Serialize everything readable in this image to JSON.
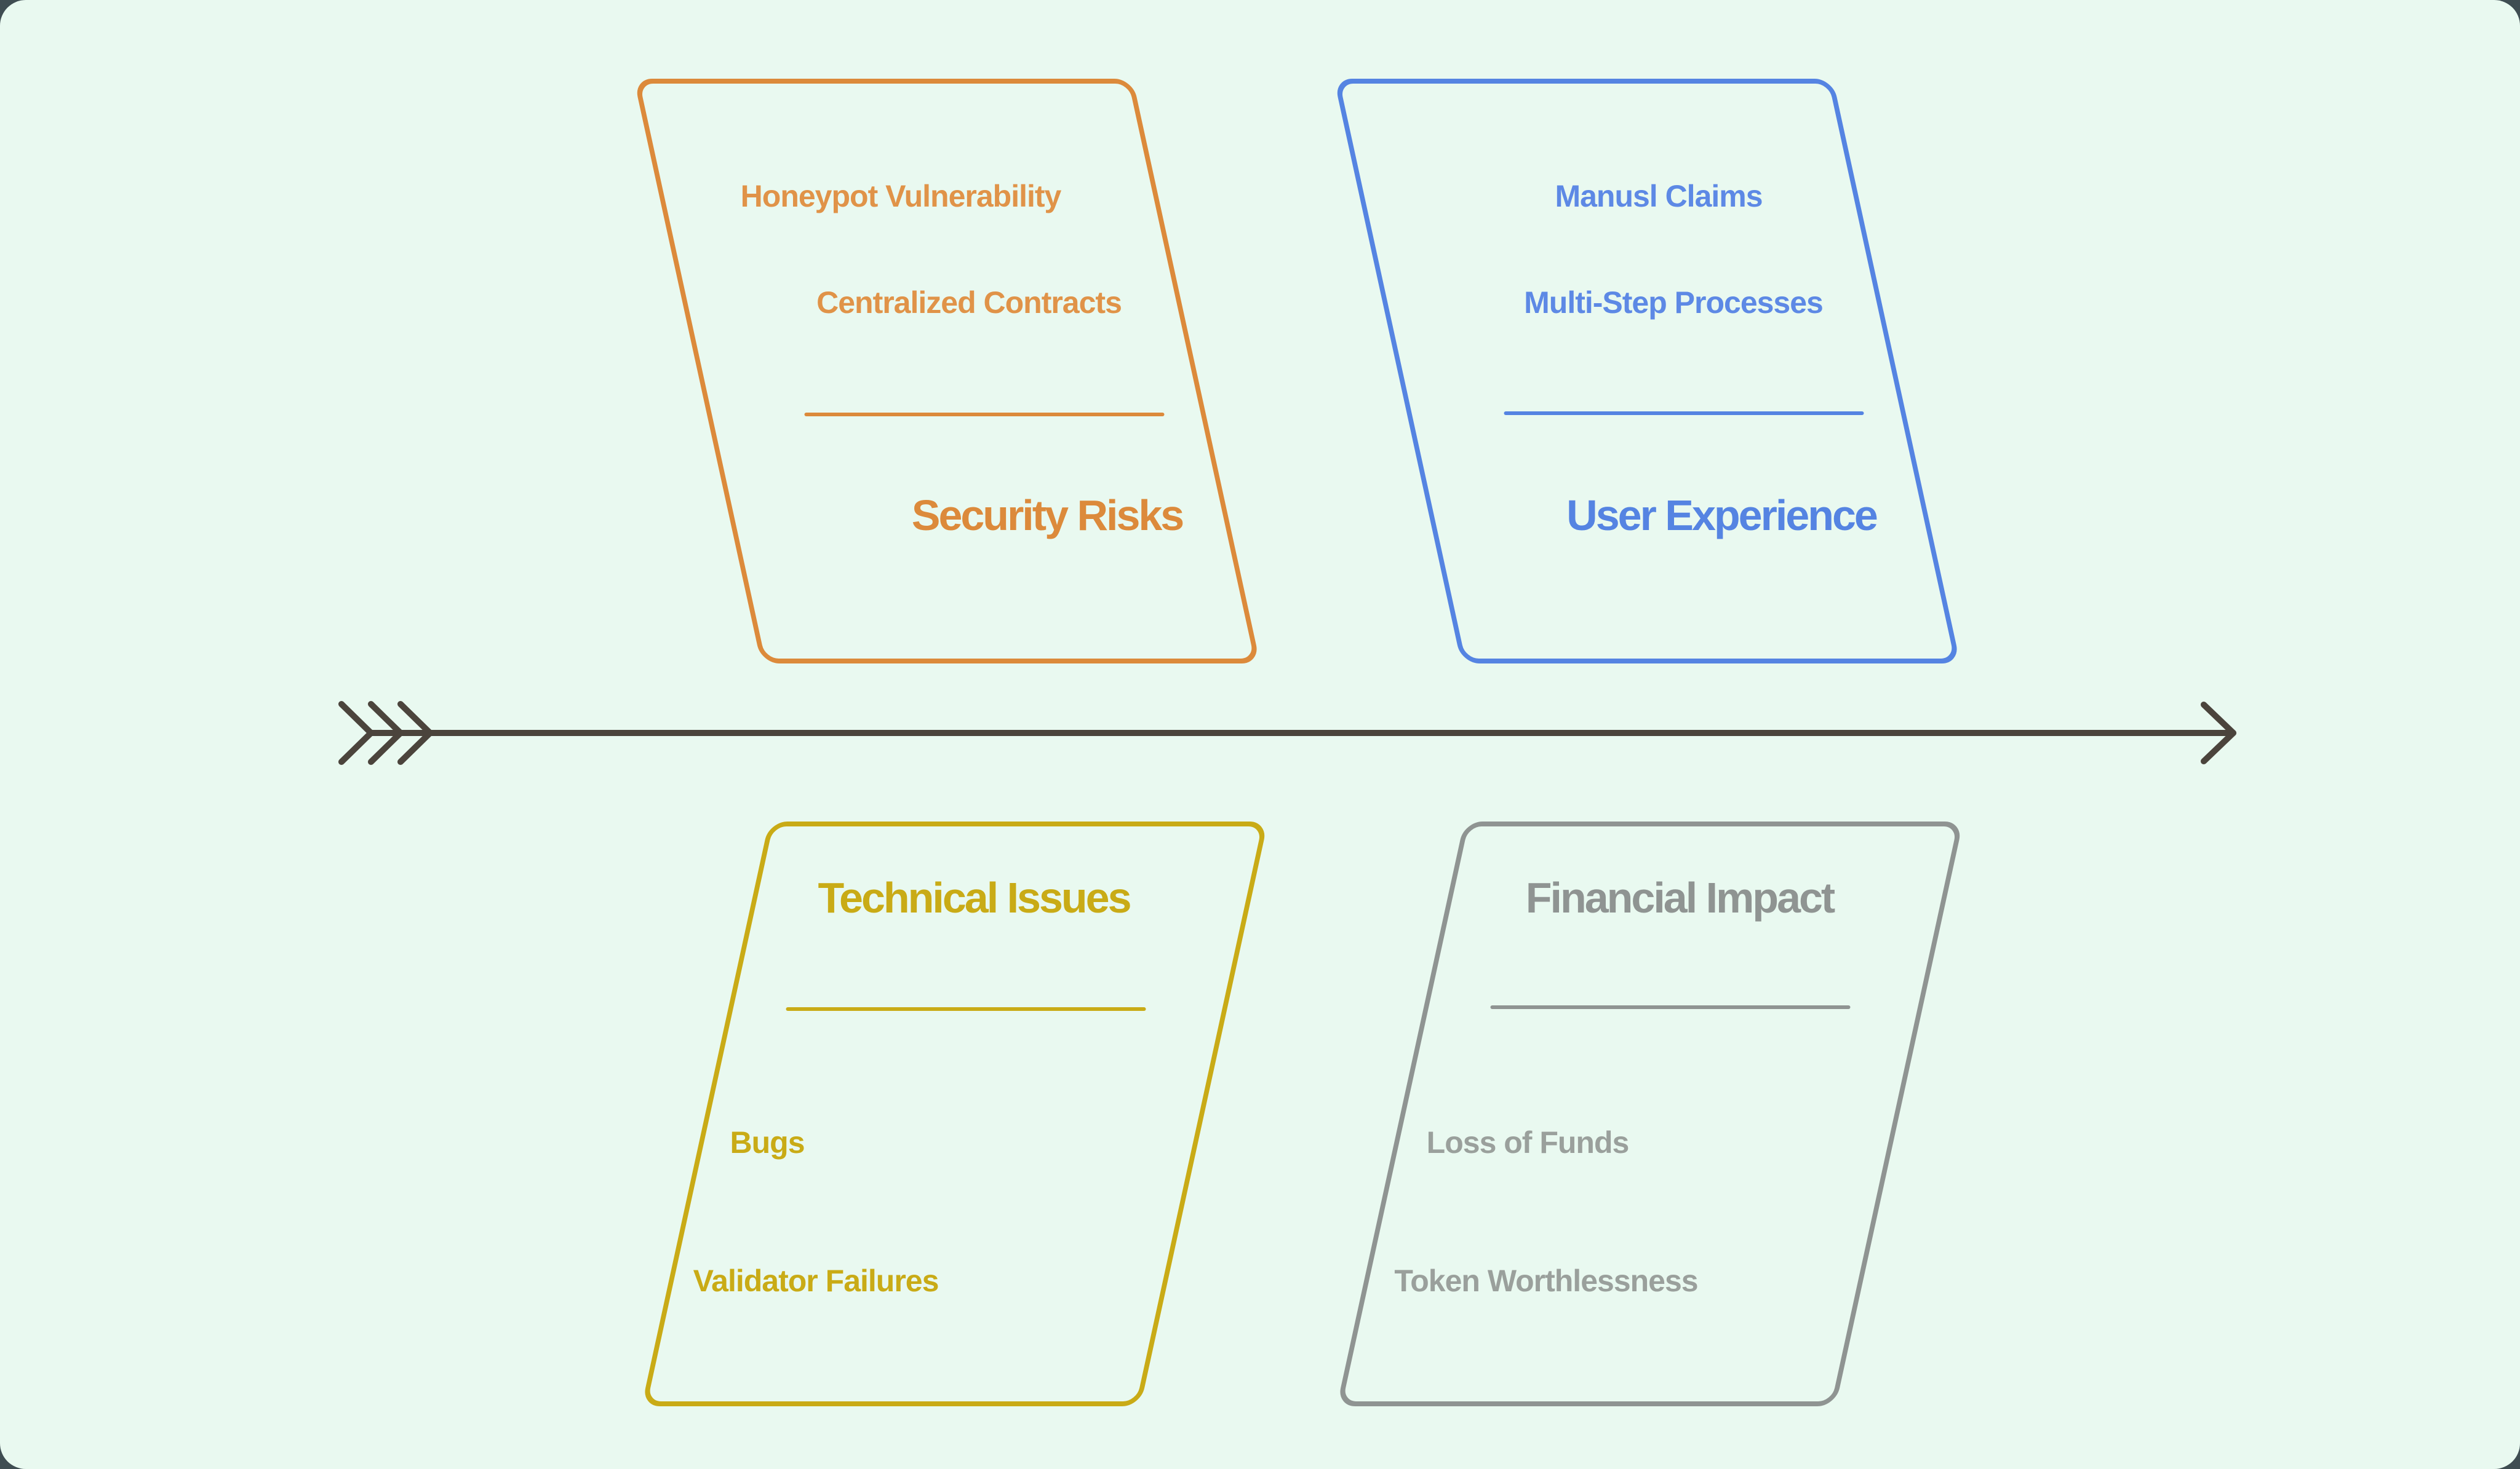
{
  "diagram": {
    "type": "fishbone-cause-diagram",
    "background_color": "#e9f9f0",
    "frame_corner_color": "#3f4d52",
    "spine": {
      "color": "#4b443c",
      "tail_chevron_count": 3,
      "head": "arrowhead-right"
    },
    "cards": [
      {
        "position": "top-left",
        "title": "Security Risks",
        "items": [
          "Honeypot Vulnerability",
          "Centralized Contracts"
        ],
        "color": "#dc8a3b",
        "item_color": "#e09348"
      },
      {
        "position": "top-right",
        "title": "User Experience",
        "items": [
          "Manusl Claims",
          "Multi-Step Processes"
        ],
        "color": "#5584e2",
        "item_color": "#5d89e5"
      },
      {
        "position": "bottom-left",
        "title": "Technical Issues",
        "items": [
          "Bugs",
          "Validator Failures"
        ],
        "color": "#c9ab16",
        "item_color": "#c9ab16"
      },
      {
        "position": "bottom-right",
        "title": "Financial Impact",
        "items": [
          "Loss of Funds",
          "Token Worthlessness"
        ],
        "color": "#8f9492",
        "item_color": "#9aa09c"
      }
    ]
  }
}
